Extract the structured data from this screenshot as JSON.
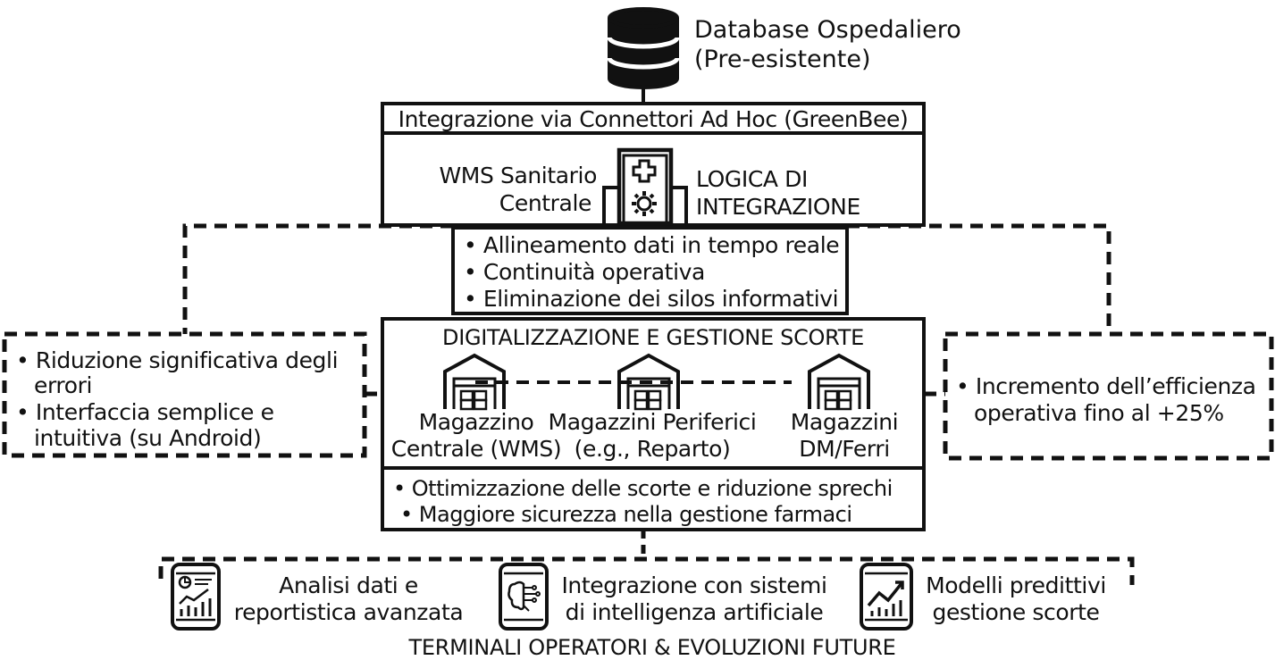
{
  "database": {
    "title": "Database Ospedaliero",
    "subtitle": "(Pre-esistente)"
  },
  "integration": {
    "header": "Integrazione via Connettori Ad Hoc (GreenBee)",
    "wms_line1": "WMS Sanitario",
    "wms_line2": "Centrale",
    "logic_line1": "LOGICA DI",
    "logic_line2": "INTEGRAZIONE"
  },
  "benefits_center": [
    "• Allineamento dati in tempo reale",
    "• Continuità operativa",
    "• Eliminazione dei silos informativi"
  ],
  "left_box": {
    "lines": [
      "• Riduzione significativa degli",
      "errori",
      "• Interfaccia semplice e",
      "intuitiva (su Android)"
    ]
  },
  "right_box": {
    "lines": [
      "• Incremento dell’efficienza",
      "operativa fino al +25%"
    ]
  },
  "digitalization": {
    "title": "DIGITALIZZAZIONE E GESTIONE SCORTE",
    "warehouses": [
      {
        "line1": "Magazzino",
        "line2": "Centrale (WMS)"
      },
      {
        "line1": "Magazzini Periferici",
        "line2": "(e.g., Reparto)"
      },
      {
        "line1": "Magazzini",
        "line2": "DM/Ferri"
      }
    ],
    "benefits": [
      "• Ottimizzazione delle scorte e riduzione sprechi",
      "• Maggiore sicurezza nella gestione farmaci"
    ]
  },
  "future": {
    "title": "TERMINALI OPERATORI & EVOLUZIONI FUTURE",
    "items": [
      {
        "line1": "Analisi dati e",
        "line2": "reportistica avanzata"
      },
      {
        "line1": "Integrazione con sistemi",
        "line2": "di intelligenza artificiale"
      },
      {
        "line1": "Modelli predittivi",
        "line2": "gestione scorte"
      }
    ]
  }
}
